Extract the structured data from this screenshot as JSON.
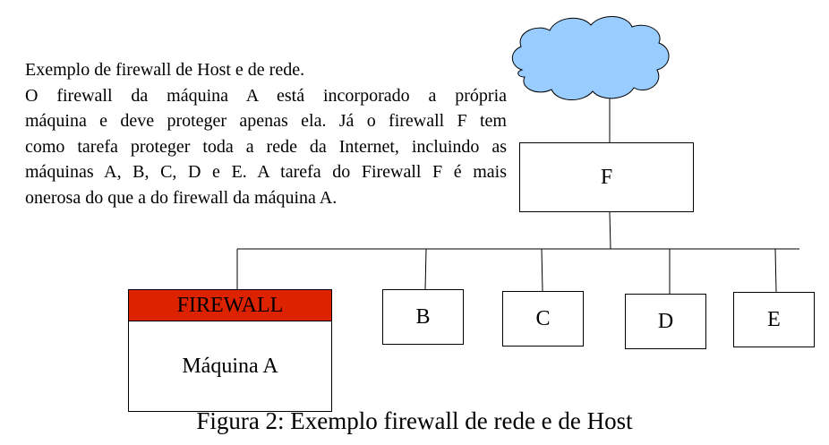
{
  "description": {
    "heading": "Exemplo de firewall de Host e de rede.",
    "lines": [
      "O firewall da máquina A está incorporado a própria",
      "máquina e deve proteger apenas ela. Já o firewall F tem",
      "como tarefa proteger toda a rede da Internet, incluindo as",
      "máquinas A, B, C, D e E. A tarefa do Firewall F é mais",
      "onerosa do que a do firewall da máquina A."
    ]
  },
  "nodes": {
    "firewall_f": "F",
    "machine_a_firewall": "FIREWALL",
    "machine_a": "Máquina A",
    "b": "B",
    "c": "C",
    "d": "D",
    "e": "E"
  },
  "caption": "Figura 2: Exemplo firewall de rede e de Host",
  "colors": {
    "cloud_fill": "#99ccff",
    "firewall_header": "#dd2200"
  },
  "icons": {
    "internet": "cloud-icon"
  }
}
